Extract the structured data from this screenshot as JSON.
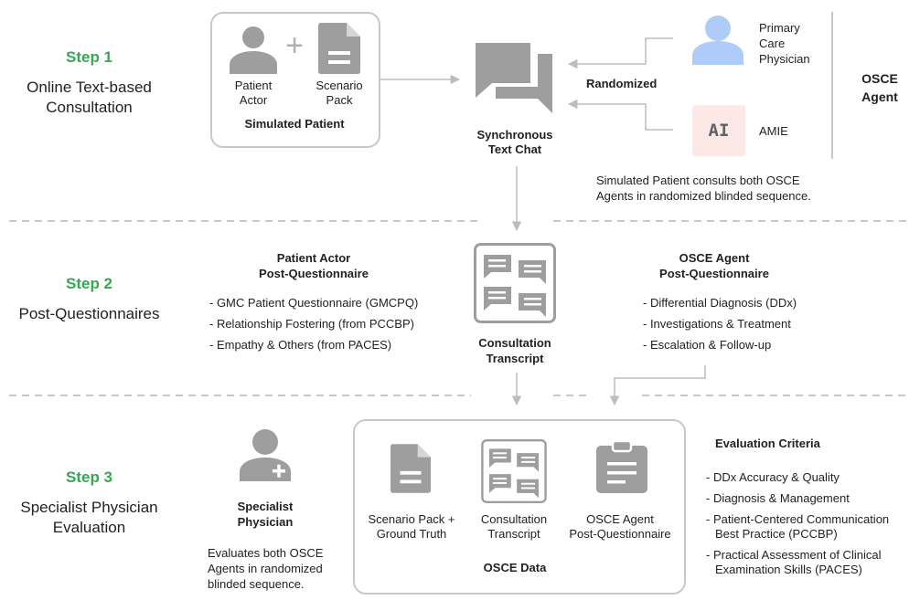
{
  "steps": [
    {
      "label": "Step 1",
      "title_lines": [
        "Online Text-based",
        "Consultation"
      ]
    },
    {
      "label": "Step 2",
      "title_lines": [
        "Post-Questionnaires"
      ]
    },
    {
      "label": "Step 3",
      "title_lines": [
        "Specialist Physician",
        "Evaluation"
      ]
    }
  ],
  "simulated_patient": {
    "actor_lines": [
      "Patient",
      "Actor"
    ],
    "plus": "+",
    "pack_lines": [
      "Scenario",
      "Pack"
    ],
    "title": "Simulated Patient"
  },
  "chat": {
    "title_lines": [
      "Synchronous",
      "Text Chat"
    ]
  },
  "randomized": "Randomized",
  "agents": {
    "pcp_lines": [
      "Primary",
      "Care",
      "Physician"
    ],
    "ai_badge": "AI",
    "amie": "AMIE",
    "osce_agent_lines": [
      "OSCE",
      "Agent"
    ]
  },
  "step1_note_lines": [
    "Simulated Patient consults both OSCE",
    "Agents in randomized blinded sequence."
  ],
  "patient_questionnaire": {
    "title_lines": [
      "Patient Actor",
      "Post-Questionnaire"
    ],
    "items": [
      "- GMC Patient Questionnaire (GMCPQ)",
      "- Relationship Fostering (from PCCBP)",
      "- Empathy & Others (from PACES)"
    ]
  },
  "transcript": {
    "title_lines": [
      "Consultation",
      "Transcript"
    ]
  },
  "agent_questionnaire": {
    "title_lines": [
      "OSCE Agent",
      "Post-Questionnaire"
    ],
    "items": [
      "- Differential Diagnosis (DDx)",
      "- Investigations & Treatment",
      "- Escalation & Follow-up"
    ]
  },
  "specialist": {
    "title_lines": [
      "Specialist",
      "Physician"
    ],
    "note_lines": [
      "Evaluates both OSCE",
      "Agents in randomized",
      "blinded sequence."
    ]
  },
  "osce_data": {
    "pack_lines": [
      "Scenario Pack +",
      "Ground Truth"
    ],
    "transcript_lines": [
      "Consultation",
      "Transcript"
    ],
    "questionnaire_lines": [
      "OSCE Agent",
      "Post-Questionnaire"
    ],
    "title": "OSCE Data"
  },
  "evaluation": {
    "title": "Evaluation Criteria",
    "items": [
      [
        "- DDx Accuracy & Quality"
      ],
      [
        "- Diagnosis & Management"
      ],
      [
        "- Patient-Centered Communication",
        "Best Practice (PCCBP)"
      ],
      [
        "- Practical Assessment of Clinical",
        "Examination Skills (PACES)"
      ]
    ]
  },
  "colors": {
    "step_green": "#34a853",
    "icon_grey": "#9e9e9e",
    "pcp_blue": "#aecbfa",
    "ai_pink": "#fce8e6",
    "line_grey": "#c8c8c8"
  }
}
